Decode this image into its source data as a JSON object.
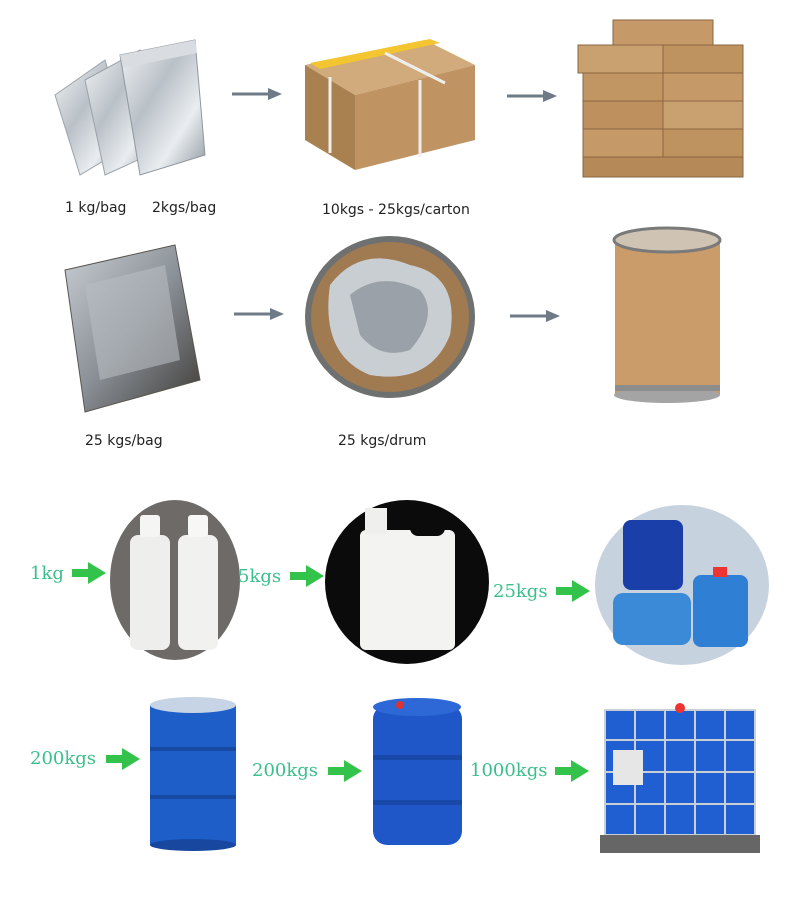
{
  "section_powder": {
    "row1": {
      "caption_bag_1": "1 kg/bag",
      "caption_bag_2": "2kgs/bag",
      "caption_carton": "10kgs - 25kgs/carton"
    },
    "row2": {
      "caption_bag": "25 kgs/bag",
      "caption_drum": "25 kgs/drum"
    }
  },
  "section_liquid": {
    "row3": {
      "label_1": "1kg",
      "label_2": "5kgs",
      "label_3": "25kgs"
    },
    "row4": {
      "label_1": "200kgs",
      "label_2": "200kgs",
      "label_3": "1000kgs"
    }
  },
  "colors": {
    "arrow_gray": "#6e7a86",
    "arrow_green": "#33c24a",
    "label_green": "#3bbf8a",
    "carton_brown": "#b98c5c",
    "blue_container": "#1f57c8"
  }
}
